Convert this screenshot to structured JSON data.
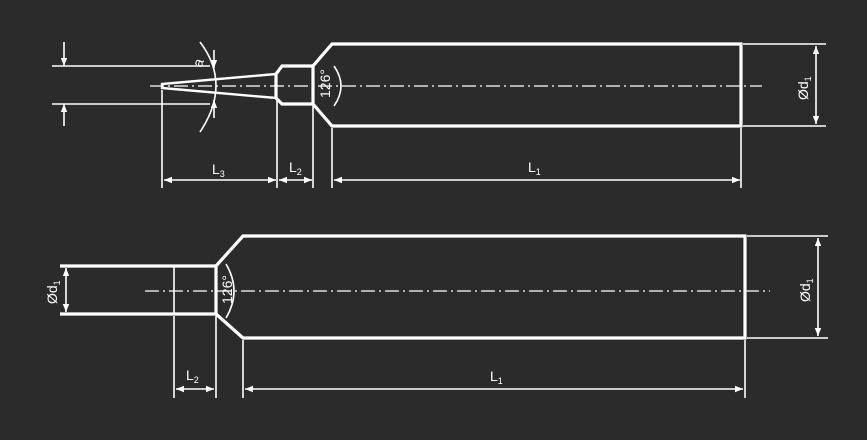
{
  "colors": {
    "background": "#2b2b2b",
    "lines": "#ffffff"
  },
  "top_view": {
    "angle_a": "a",
    "chamfer_angle": "126°",
    "dim_L3": {
      "main": "L",
      "sub": "3"
    },
    "dim_L2": {
      "main": "L",
      "sub": "2"
    },
    "dim_L1": {
      "main": "L",
      "sub": "1"
    },
    "dim_d1": {
      "main": "Ød",
      "sub": "1"
    }
  },
  "bottom_view": {
    "chamfer_angle": "126°",
    "dim_d": {
      "main": "Ød",
      "sub": "1"
    },
    "dim_L2": {
      "main": "L",
      "sub": "2"
    },
    "dim_L1": {
      "main": "L",
      "sub": "1"
    },
    "dim_d1": {
      "main": "Ød",
      "sub": "1"
    }
  }
}
